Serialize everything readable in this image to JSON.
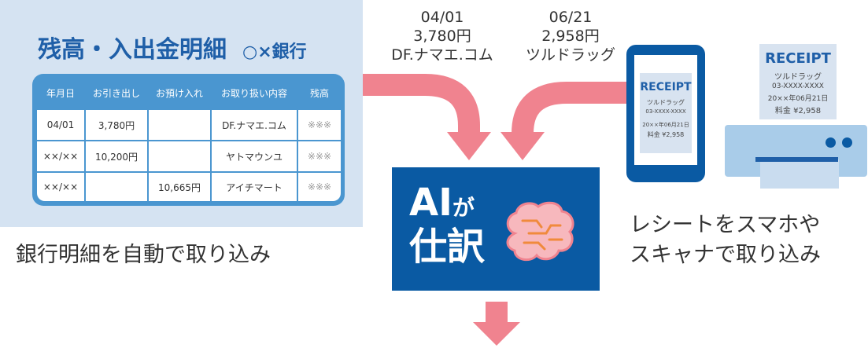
{
  "bank_statement": {
    "title": "残高・入出金明細",
    "bank_name": "○×銀行",
    "columns": [
      "年月日",
      "お引き出し",
      "お預け入れ",
      "お取り扱い内容",
      "残高"
    ],
    "rows": [
      [
        "04/01",
        "3,780円",
        "",
        "DF.ナマエ.コム",
        "※※※"
      ],
      [
        "××/××",
        "10,200円",
        "",
        "ヤトマウンユ",
        "※※※"
      ],
      [
        "××/××",
        "",
        "10,665円",
        "アイチマート",
        "※※※"
      ]
    ]
  },
  "transactions": [
    {
      "date": "04/01",
      "amount": "3,780円",
      "payee": "DF.ナマエ.コム"
    },
    {
      "date": "06/21",
      "amount": "2,958円",
      "payee": "ツルドラッグ"
    }
  ],
  "captions": {
    "bank": "銀行明細を自動で取り込み",
    "receipt_line1": "レシートをスマホや",
    "receipt_line2": "スキャナで取り込み"
  },
  "ai_box": {
    "line1_main": "AI",
    "line1_small": "が",
    "line2": "仕訳"
  },
  "receipt": {
    "title": "RECEIPT",
    "shop": "ツルドラッグ",
    "phone": "03-XXXX-XXXX",
    "date": "20××年06月21日",
    "amount": "料金 ¥2,958"
  },
  "colors": {
    "brand_blue": "#0a5aa3",
    "arrow_pink": "#f0838f",
    "panel_blue": "#d5e3f2"
  }
}
